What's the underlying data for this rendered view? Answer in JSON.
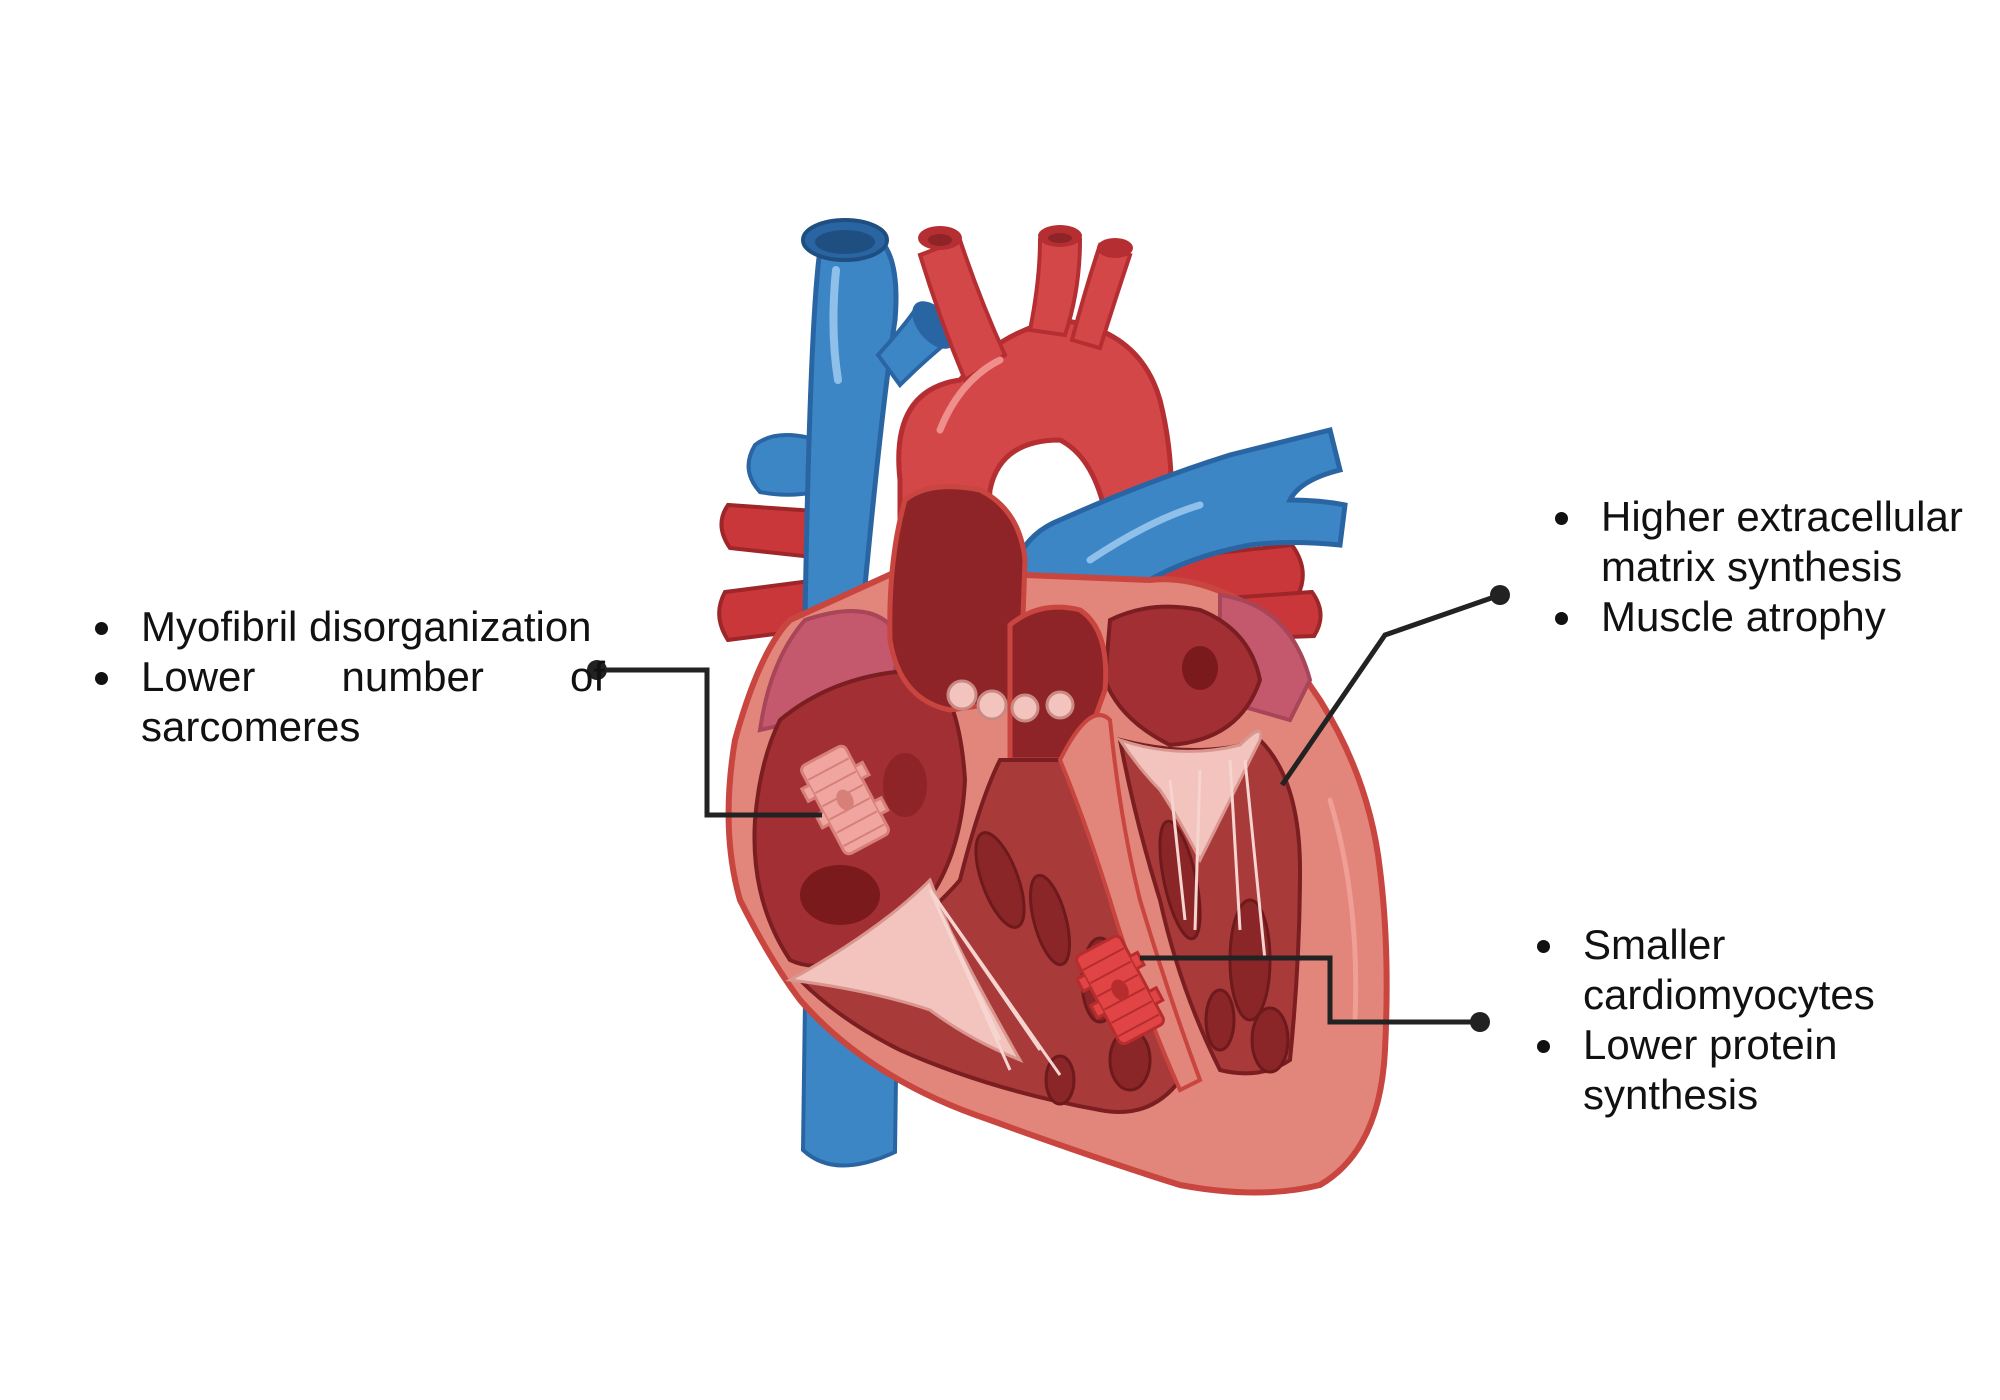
{
  "colors": {
    "vein_blue": "#3d86c6",
    "vein_blue_dark": "#2a65a3",
    "artery_red": "#d44749",
    "artery_red_dark": "#b52e32",
    "muscle_outer": "#e2857a",
    "muscle_inner": "#c9534f",
    "chamber_dark": "#8e2427",
    "valve_pink": "#f3c3bd",
    "callout_line": "#222222"
  },
  "annotations": {
    "left": {
      "items": [
        "Myofibril disorganization",
        "Lower number of sarcomeres"
      ]
    },
    "top_right": {
      "items": [
        "Higher extracellular matrix synthesis",
        "Muscle atrophy"
      ]
    },
    "bottom_right": {
      "items": [
        "Smaller cardiomyocytes",
        "Lower protein synthesis"
      ]
    }
  }
}
